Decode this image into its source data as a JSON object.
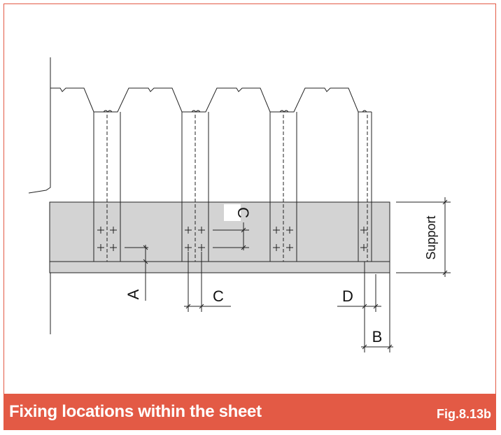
{
  "caption": "Fixing locations within the sheet",
  "figure_number": "Fig.8.13b",
  "labels": {
    "support": "Support",
    "a": "A",
    "b": "B",
    "c_horizontal": "C",
    "c_vertical": "C",
    "d": "D"
  },
  "colors": {
    "accent": "#e35a45",
    "support_fill": "#d3d3d3",
    "line": "#222222"
  }
}
